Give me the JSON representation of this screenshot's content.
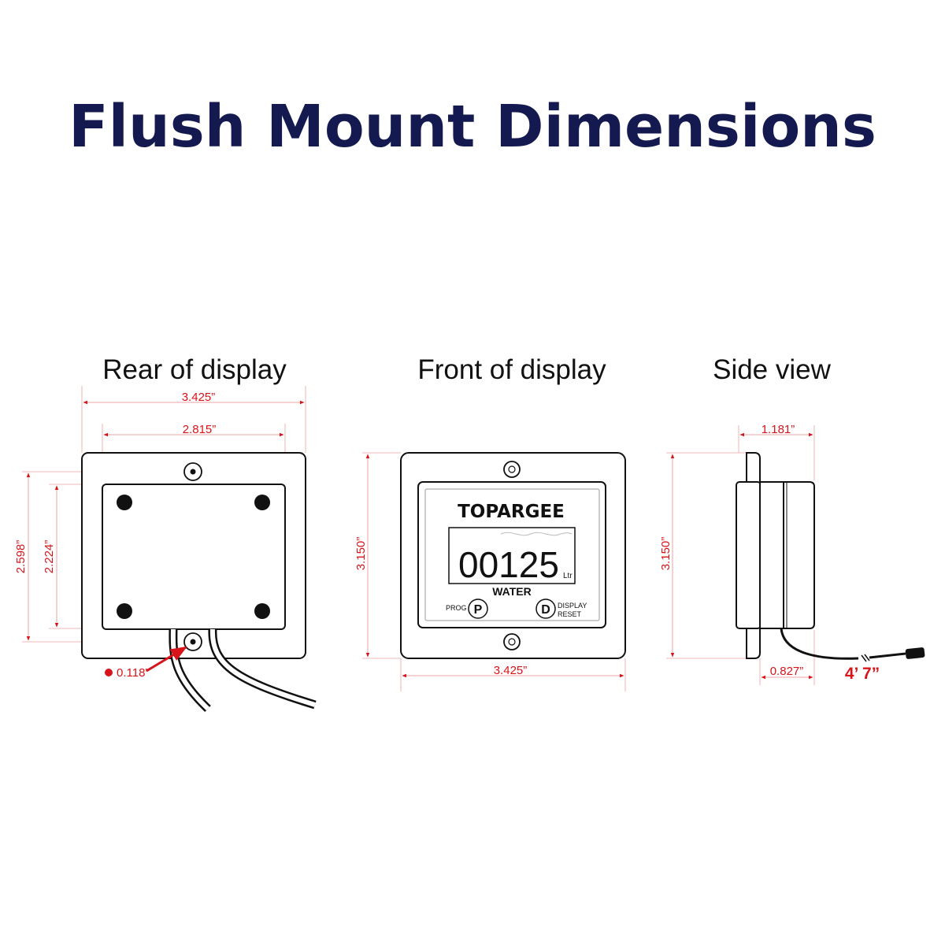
{
  "title": "Flush Mount Dimensions",
  "views": {
    "rear": "Rear of display",
    "front": "Front of display",
    "side": "Side view"
  },
  "rear": {
    "width_outer": "3.425”",
    "width_inner": "2.815”",
    "height_outer": "2.598”",
    "height_inner": "2.224”",
    "hole": "0.118”"
  },
  "front": {
    "height": "3.150”",
    "width": "3.425”",
    "brand": "TOPARGEE",
    "reading": "00125",
    "unit": "Ltr",
    "label": "WATER",
    "prog_label": "PROG",
    "prog_button": "P",
    "display_button": "D",
    "display_label_1": "DISPLAY",
    "display_label_2": "RESET"
  },
  "side": {
    "depth_total": "1.181”",
    "height": "3.150”",
    "depth_body": "0.827”",
    "cable_length": "4’ 7”"
  },
  "colors": {
    "title": "#141a4f",
    "dimension": "#d8141a",
    "outline": "#111111"
  }
}
